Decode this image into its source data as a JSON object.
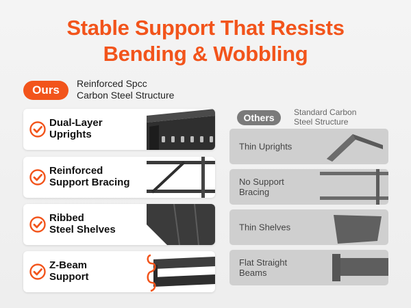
{
  "title": {
    "line1": "Stable Support That Resists",
    "line2": "Bending & Wobbling"
  },
  "ours": {
    "badge": "Ours",
    "desc_line1": "Reinforced Spcc",
    "desc_line2": "Carbon Steel Structure",
    "items": [
      {
        "line1": "Dual-Layer",
        "line2": "Uprights"
      },
      {
        "line1": "Reinforced",
        "line2": "Support Bracing"
      },
      {
        "line1": "Ribbed",
        "line2": "Steel Shelves"
      },
      {
        "line1": "Z-Beam",
        "line2": "Support"
      }
    ]
  },
  "others": {
    "badge": "Others",
    "desc_line1": "Standard Carbon",
    "desc_line2": "Steel Structure",
    "items": [
      {
        "line1": "Thin Uprights",
        "line2": ""
      },
      {
        "line1": "No Support",
        "line2": "Bracing"
      },
      {
        "line1": "Thin Shelves",
        "line2": ""
      },
      {
        "line1": "Flat Straight",
        "line2": "Beams"
      }
    ]
  },
  "colors": {
    "accent": "#f2541b",
    "others_badge": "#7a7a7a",
    "others_card": "#cfcfcf"
  },
  "icons": {
    "check": "check-circle-icon"
  }
}
